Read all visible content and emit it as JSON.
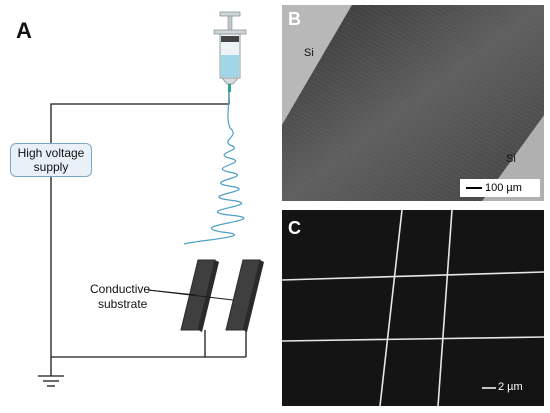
{
  "panelA": {
    "letter": "A",
    "power_label_line1": "High voltage",
    "power_label_line2": "supply",
    "substrate_label_line1": "Conductive",
    "substrate_label_line2": "substrate"
  },
  "panelB": {
    "letter": "B",
    "region_label_top": "Si",
    "region_label_bottom": "Si",
    "scale_bar": "100 µm"
  },
  "panelC": {
    "letter": "C",
    "scale_bar": "2 µm"
  },
  "colors": {
    "wire": "#1a1a1a",
    "fiber_jet": "#4d9fc4",
    "supply_box_fill": "#e8f1f8",
    "supply_box_border": "#7aa7c9",
    "substrate": "#3f3f3f",
    "syringe_fluid": "#9fd6e8",
    "needle": "#2ca58d"
  }
}
